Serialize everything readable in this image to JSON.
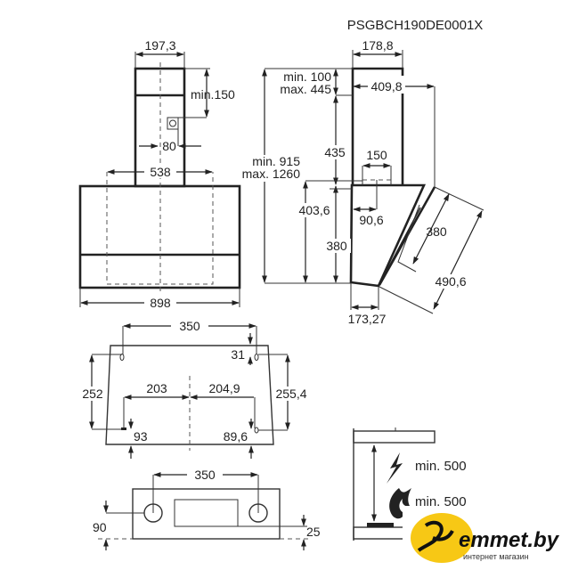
{
  "model_code": "PSGBCH190DE0001X",
  "front_view": {
    "chimney_width": "197,3",
    "socket_distance": "min.150",
    "socket_offset": "80",
    "inner_width": "538",
    "total_width": "898"
  },
  "side_view": {
    "chimney_depth": "178,8",
    "total_depth": "409,8",
    "chimney_gap_min": "min. 100",
    "chimney_gap_max": "max. 445",
    "total_height_min": "min. 915",
    "total_height_max": "max. 1260",
    "chimney_height": "435",
    "outlet_width": "150",
    "outlet_offset": "90,6",
    "body_height_total": "403,6",
    "body_height": "380",
    "bottom_depth": "173,27",
    "panel_length": "380",
    "panel_diagonal": "490,6"
  },
  "mounting_plate": {
    "top_spacing": "350",
    "top_offset": "31",
    "left_height": "252",
    "right_height": "255,4",
    "left_to_center": "203",
    "right_to_center": "204,9",
    "left_bottom": "93",
    "right_bottom": "89,6"
  },
  "bottom_view": {
    "hole_spacing": "350",
    "left_offset": "90",
    "right_offset": "25"
  },
  "clearance": {
    "electric_hob": "min. 500",
    "gas_hob": "min. 500"
  },
  "watermark": {
    "brand": "emmet.by",
    "tagline": "интернет магазин",
    "color": "#f7c815"
  }
}
